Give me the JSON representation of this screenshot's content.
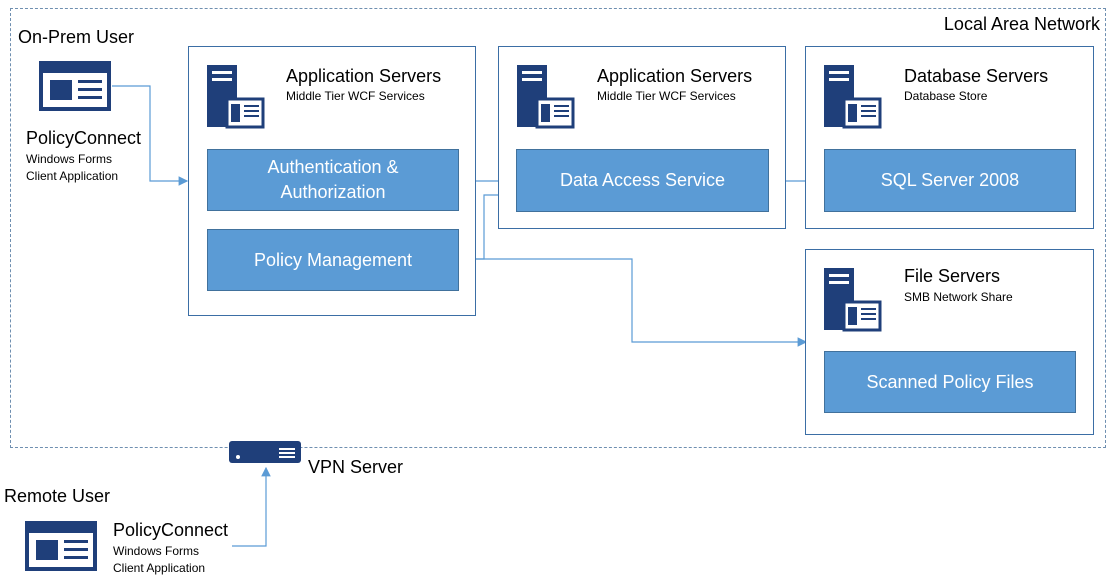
{
  "network": {
    "label": "Local Area Network"
  },
  "on_prem": {
    "user_label": "On-Prem User",
    "app_name": "PolicyConnect",
    "app_desc_line1": "Windows Forms",
    "app_desc_line2": "Client Application"
  },
  "remote": {
    "user_label": "Remote User",
    "app_name": "PolicyConnect",
    "app_desc_line1": "Windows Forms",
    "app_desc_line2": "Client Application"
  },
  "vpn": {
    "label": "VPN Server"
  },
  "panels": [
    {
      "title": "Application Servers",
      "subtitle": "Middle Tier WCF Services",
      "services": [
        "Authentication &",
        "Authorization",
        "Policy Management"
      ]
    },
    {
      "title": "Application Servers",
      "subtitle": "Middle Tier WCF Services",
      "services": [
        "Data Access Service"
      ]
    },
    {
      "title": "Database Servers",
      "subtitle": "Database Store",
      "services": [
        "SQL Server 2008"
      ]
    },
    {
      "title": "File Servers",
      "subtitle": "SMB Network Share",
      "services": [
        "Scanned Policy Files"
      ]
    }
  ],
  "colors": {
    "service_fill": "#5b9bd5",
    "icon_navy": "#1f3f7a",
    "connector": "#5b9bd5"
  }
}
